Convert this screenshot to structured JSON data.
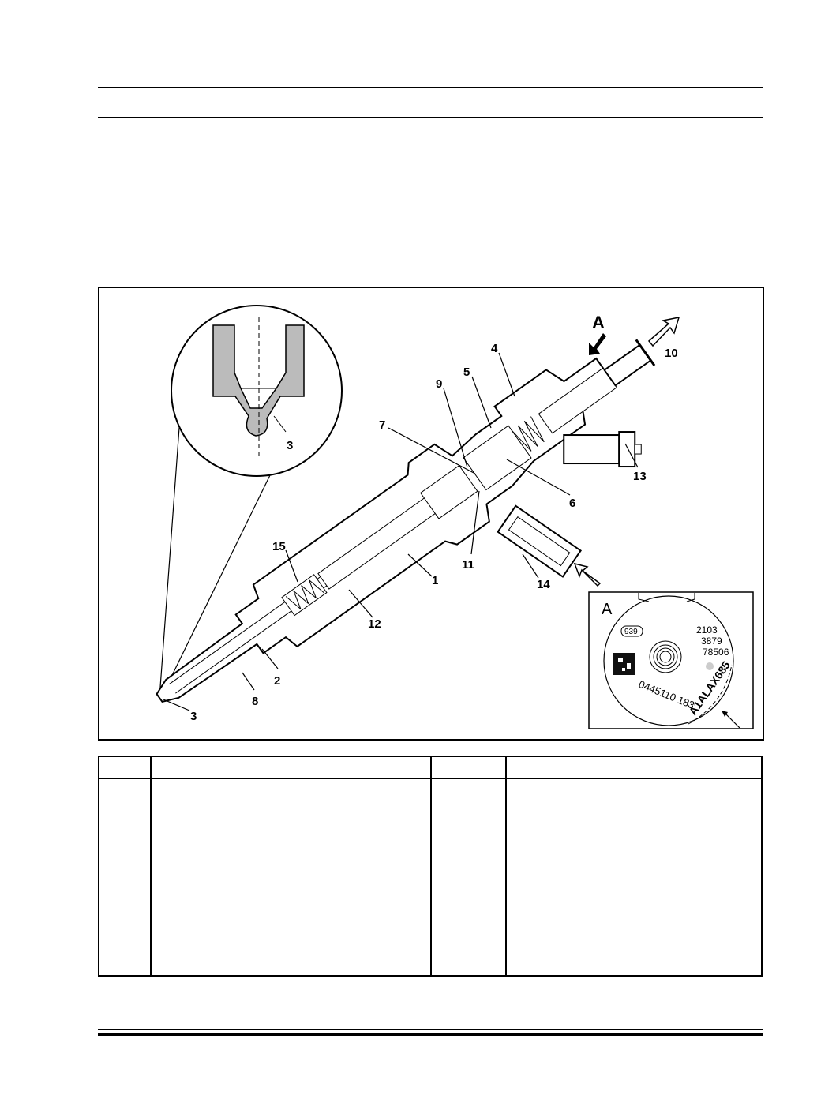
{
  "figure": {
    "callouts": {
      "c1": "1",
      "c2": "2",
      "c3": "3",
      "c3_detail": "3",
      "c4": "4",
      "c5": "5",
      "c6": "6",
      "c7": "7",
      "c8": "8",
      "c9": "9",
      "c10": "10",
      "c11": "11",
      "c12": "12",
      "c13": "13",
      "c14": "14",
      "c15": "15",
      "view_a": "A"
    },
    "inset": {
      "label": "A",
      "code_oval": "939",
      "numbers": [
        "2103",
        "3879",
        "78506"
      ],
      "part_number": "0445110 183",
      "serial": "A1ALAX685"
    }
  },
  "table": {
    "columns": [
      "",
      "",
      "",
      ""
    ],
    "rows": [
      [
        "",
        "",
        "",
        ""
      ]
    ]
  }
}
